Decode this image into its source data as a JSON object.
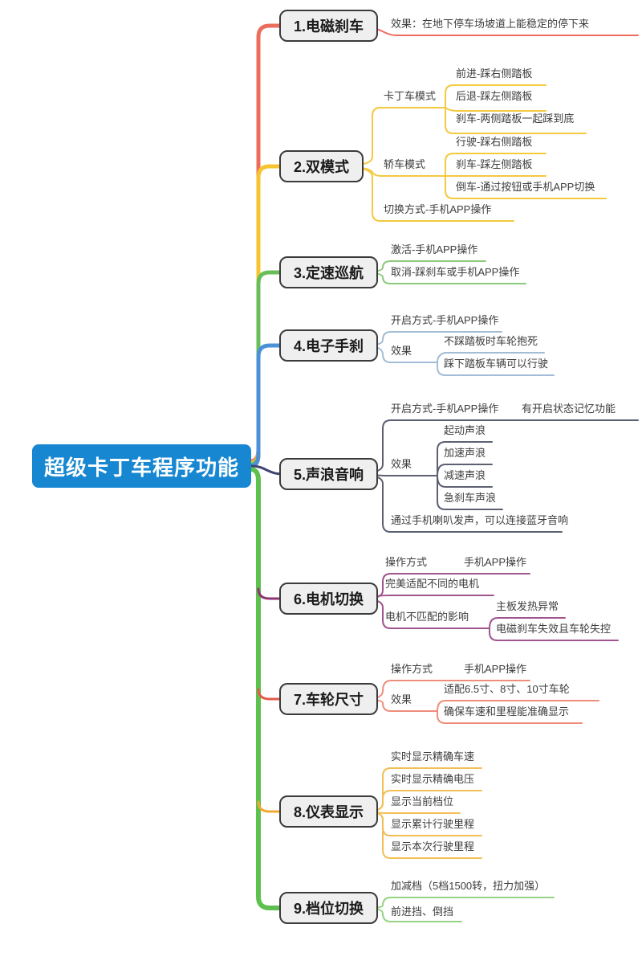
{
  "central": {
    "label": "超级卡丁车程序功能",
    "color": "#1787d2"
  },
  "branches": [
    {
      "label": "1.电磁刹车",
      "color": "#ed6d5d",
      "children": [
        {
          "label": "效果：在地下停车场坡道上能稳定的停下来"
        }
      ]
    },
    {
      "label": "2.双模式",
      "color": "#f6c42f",
      "children": [
        {
          "label": "卡丁车模式",
          "children": [
            {
              "label": "前进-踩右侧踏板"
            },
            {
              "label": "后退-踩左侧踏板"
            },
            {
              "label": "刹车-两侧踏板一起踩到底"
            }
          ]
        },
        {
          "label": "轿车模式",
          "children": [
            {
              "label": "行驶-踩右侧踏板"
            },
            {
              "label": "刹车-踩左侧踏板"
            },
            {
              "label": "倒车-通过按钮或手机APP切换"
            }
          ]
        },
        {
          "label": "切换方式-手机APP操作"
        }
      ]
    },
    {
      "label": "3.定速巡航",
      "color": "#6abe59",
      "children": [
        {
          "label": "激活-手机APP操作"
        },
        {
          "label": "取消-踩刹车或手机APP操作"
        }
      ]
    },
    {
      "label": "4.电子手刹",
      "color": "#4b90d8",
      "children": [
        {
          "label": "开启方式-手机APP操作"
        },
        {
          "label": "效果",
          "children": [
            {
              "label": "不踩踏板时车轮抱死"
            },
            {
              "label": "踩下踏板车辆可以行驶"
            }
          ]
        }
      ]
    },
    {
      "label": "5.声浪音响",
      "color": "#3f4472",
      "children": [
        {
          "label": "开启方式-手机APP操作",
          "children": [
            {
              "label": "有开启状态记忆功能"
            }
          ]
        },
        {
          "label": "效果",
          "children": [
            {
              "label": "起动声浪"
            },
            {
              "label": "加速声浪"
            },
            {
              "label": "减速声浪"
            },
            {
              "label": "急刹车声浪"
            }
          ]
        },
        {
          "label": "通过手机喇叭发声，可以连接蓝牙音响"
        }
      ]
    },
    {
      "label": "6.电机切换",
      "color": "#8e3572",
      "children": [
        {
          "label": "操作方式",
          "children": [
            {
              "label": "手机APP操作"
            }
          ]
        },
        {
          "label": "完美适配不同的电机"
        },
        {
          "label": "电机不匹配的影响",
          "children": [
            {
              "label": "主板发热异常"
            },
            {
              "label": "电磁刹车失效且车轮失控"
            }
          ]
        }
      ]
    },
    {
      "label": "7.车轮尺寸",
      "color": "#e45a49",
      "children": [
        {
          "label": "操作方式",
          "children": [
            {
              "label": "手机APP操作"
            }
          ]
        },
        {
          "label": "效果",
          "children": [
            {
              "label": "适配6.5寸、8寸、10寸车轮"
            },
            {
              "label": "确保车速和里程能准确显示"
            }
          ]
        }
      ]
    },
    {
      "label": "8.仪表显示",
      "color": "#f4a72d",
      "children": [
        {
          "label": "实时显示精确车速"
        },
        {
          "label": "实时显示精确电压"
        },
        {
          "label": "显示当前档位"
        },
        {
          "label": "显示累计行驶里程"
        },
        {
          "label": "显示本次行驶里程"
        }
      ]
    },
    {
      "label": "9.档位切换",
      "color": "#5ec04f",
      "children": [
        {
          "label": "加减档（5档1500转，扭力加强）"
        },
        {
          "label": "前进挡、倒挡"
        }
      ]
    }
  ]
}
